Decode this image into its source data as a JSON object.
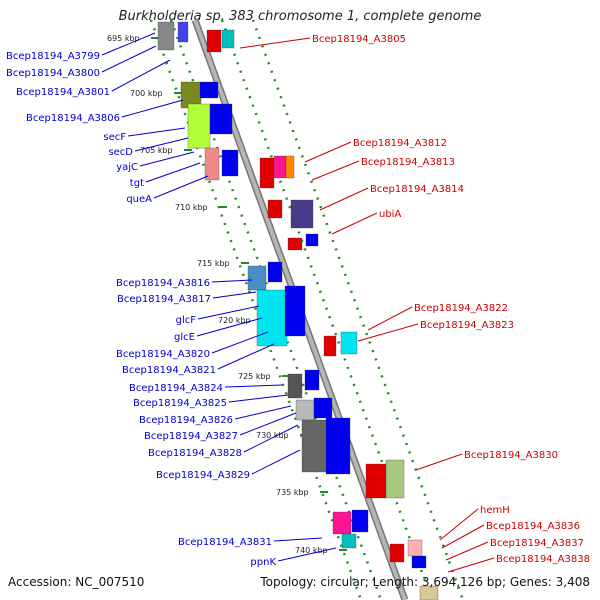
{
  "title": "Burkholderia sp. 383 chromosome 1, complete genome",
  "footer": {
    "accession": "Accession: NC_007510",
    "topology": "Topology: circular; Length: 3,694,126 bp; Genes: 3,408"
  },
  "colors": {
    "left_label": "#0000cc",
    "right_label": "#cc0000",
    "backbone": "#999999",
    "track_dots": "#228b22"
  },
  "kbp_labels": [
    "695 kbp",
    "700 kbp",
    "705 kbp",
    "710 kbp",
    "715 kbp",
    "720 kbp",
    "725 kbp",
    "730 kbp",
    "735 kbp",
    "740 kbp"
  ],
  "left_genes": [
    "Bcep18194_A3799",
    "Bcep18194_A3800",
    "Bcep18194_A3801",
    "Bcep18194_A3806",
    "secF",
    "secD",
    "yajC",
    "tgt",
    "queA",
    "Bcep18194_A3816",
    "Bcep18194_A3817",
    "glcF",
    "glcE",
    "Bcep18194_A3820",
    "Bcep18194_A3821",
    "Bcep18194_A3824",
    "Bcep18194_A3825",
    "Bcep18194_A3826",
    "Bcep18194_A3827",
    "Bcep18194_A3828",
    "Bcep18194_A3829",
    "Bcep18194_A3831",
    "ppnK"
  ],
  "right_genes": [
    "Bcep18194_A3805",
    "Bcep18194_A3812",
    "Bcep18194_A3813",
    "Bcep18194_A3814",
    "ubiA",
    "Bcep18194_A3822",
    "Bcep18194_A3823",
    "Bcep18194_A3830",
    "hemH",
    "Bcep18194_A3836",
    "Bcep18194_A3837",
    "Bcep18194_A3838"
  ]
}
